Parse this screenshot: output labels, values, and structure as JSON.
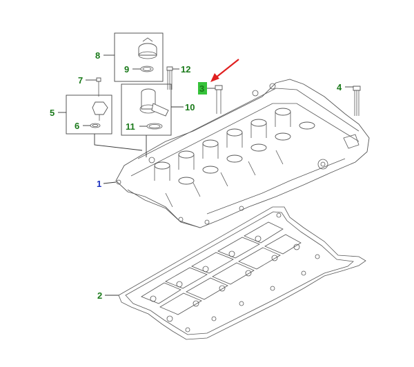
{
  "callouts": {
    "c1": "1",
    "c2": "2",
    "c3": "3",
    "c4": "4",
    "c5": "5",
    "c6": "6",
    "c7": "7",
    "c8": "8",
    "c9": "9",
    "c10": "10",
    "c11": "11",
    "c12": "12"
  },
  "colors": {
    "callout_green": "#1a7a1a",
    "callout_blue": "#1a2fbf",
    "highlight_box": "#36c23a",
    "arrow_red": "#e02020"
  },
  "highlighted_callout": "3",
  "arrow_target": "3"
}
